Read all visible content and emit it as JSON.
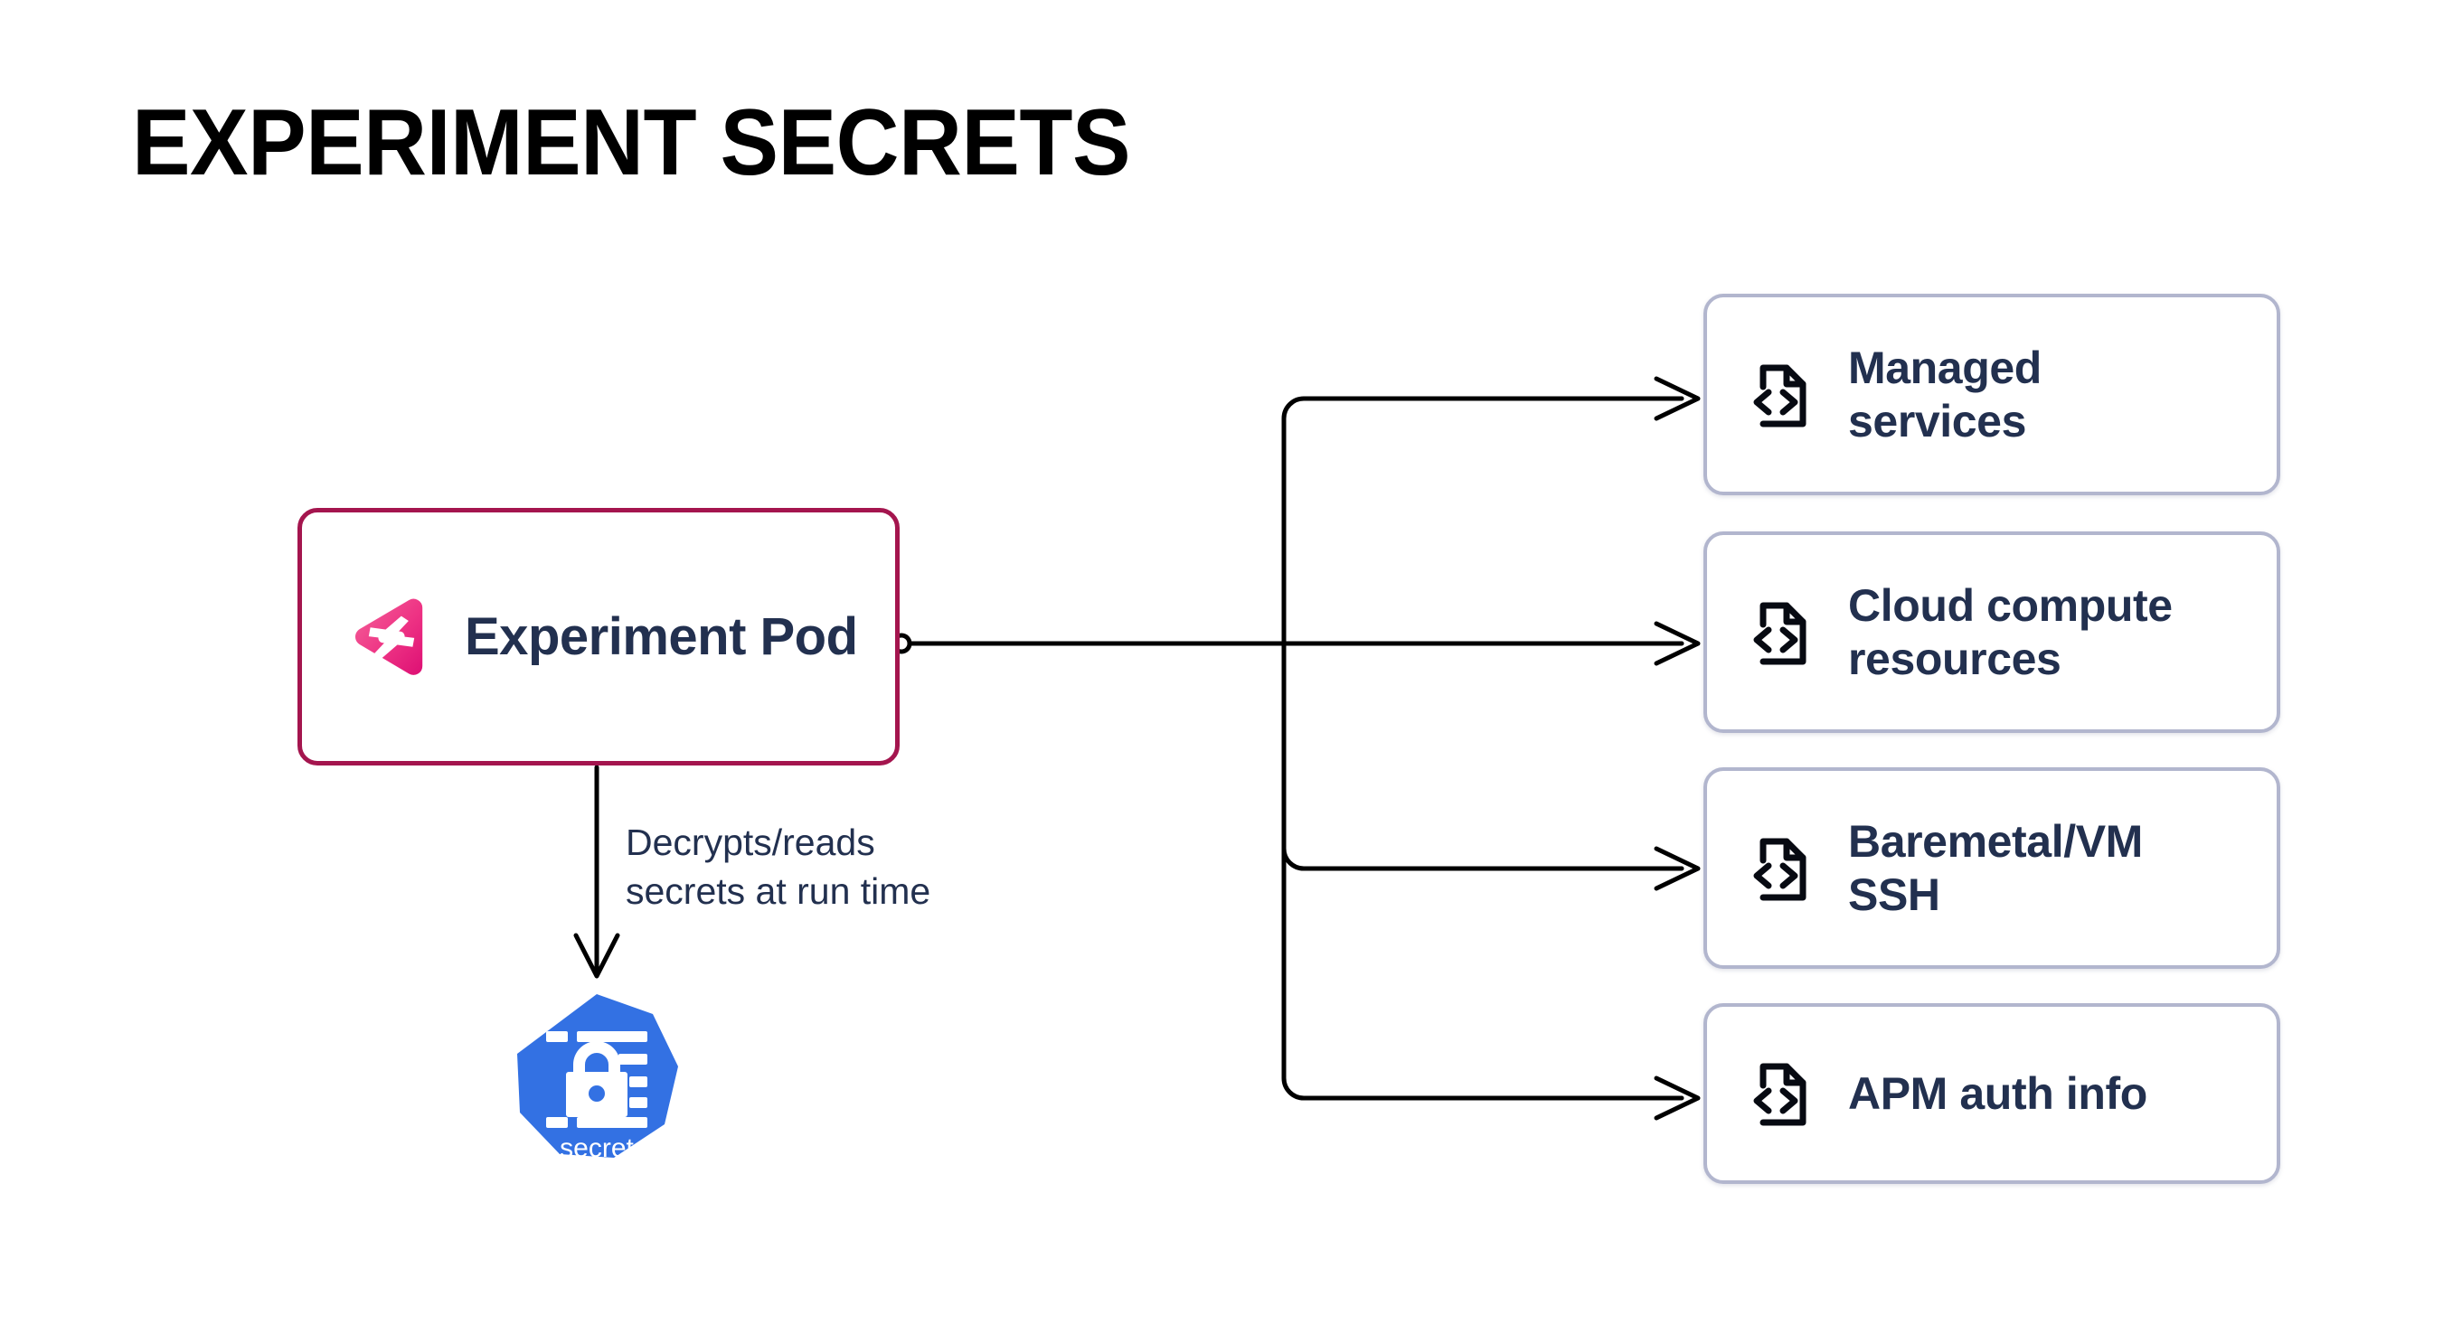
{
  "title": "EXPERIMENT SECRETS",
  "colors": {
    "pod_border": "#A4154E",
    "card_border": "#B2B6CE",
    "label_navy": "#22304F",
    "k8s_blue": "#3371E3",
    "logo_pink_light": "#F2528E",
    "logo_pink_dark": "#E0197A",
    "connector": "#000000",
    "background": "#FFFFFF"
  },
  "pod": {
    "label": "Experiment Pod",
    "logo_icon": "gremlin-logo-icon"
  },
  "annotation": {
    "line1": "Decrypts/reads",
    "line2": "secrets at run time"
  },
  "secret": {
    "label": "secret",
    "icon": "kubernetes-secret-icon"
  },
  "cards": [
    {
      "label_line1": "Managed",
      "label_line2": "services",
      "icon": "code-file-icon"
    },
    {
      "label_line1": "Cloud compute",
      "label_line2": "resources",
      "icon": "code-file-icon"
    },
    {
      "label_line1": "Baremetal/VM",
      "label_line2": "SSH",
      "icon": "code-file-icon"
    },
    {
      "label_line1": "APM auth info",
      "label_line2": "",
      "icon": "code-file-icon"
    }
  ]
}
